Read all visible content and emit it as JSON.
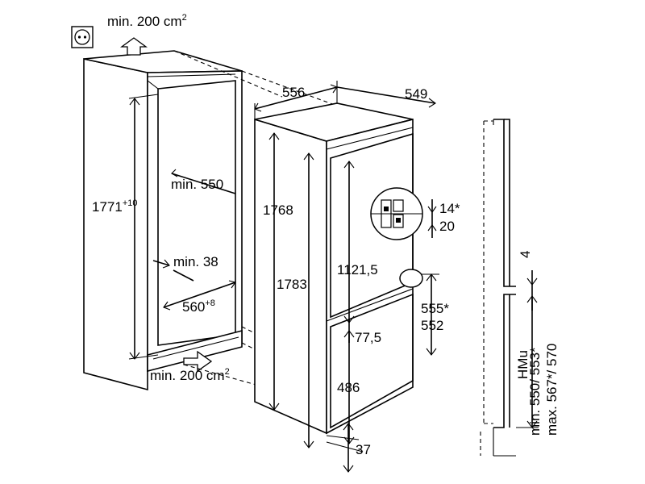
{
  "labels": {
    "vent_top": "min. 200 cm",
    "vent_top_sup": "2",
    "vent_bottom": "min. 200 cm",
    "vent_bottom_sup": "2",
    "niche_height": "1771",
    "niche_height_sup": "+10",
    "niche_depth": "min. 550",
    "niche_rear": "min. 38",
    "niche_width": "560",
    "niche_width_sup": "+8",
    "appliance_width": "556",
    "appliance_depth": "549",
    "appliance_height_1": "1768",
    "appliance_height_2": "1783",
    "fridge_door": "1121,5",
    "hinge_upper": "14*",
    "hinge_lower": "20",
    "door_gap_1": "555*",
    "door_gap_2": "552",
    "hinge_gap": "77,5",
    "freezer_door": "486",
    "plinth": "37",
    "side_offset": "4",
    "hmu_1": "HMu",
    "hmu_2": "550/ 553*",
    "hmu_3": "min.",
    "hmu_4": "567*/ 570",
    "hmu_5": "max."
  },
  "icons": {
    "socket": "power-socket-icon",
    "airflow": "airflow-arrow-icon"
  }
}
